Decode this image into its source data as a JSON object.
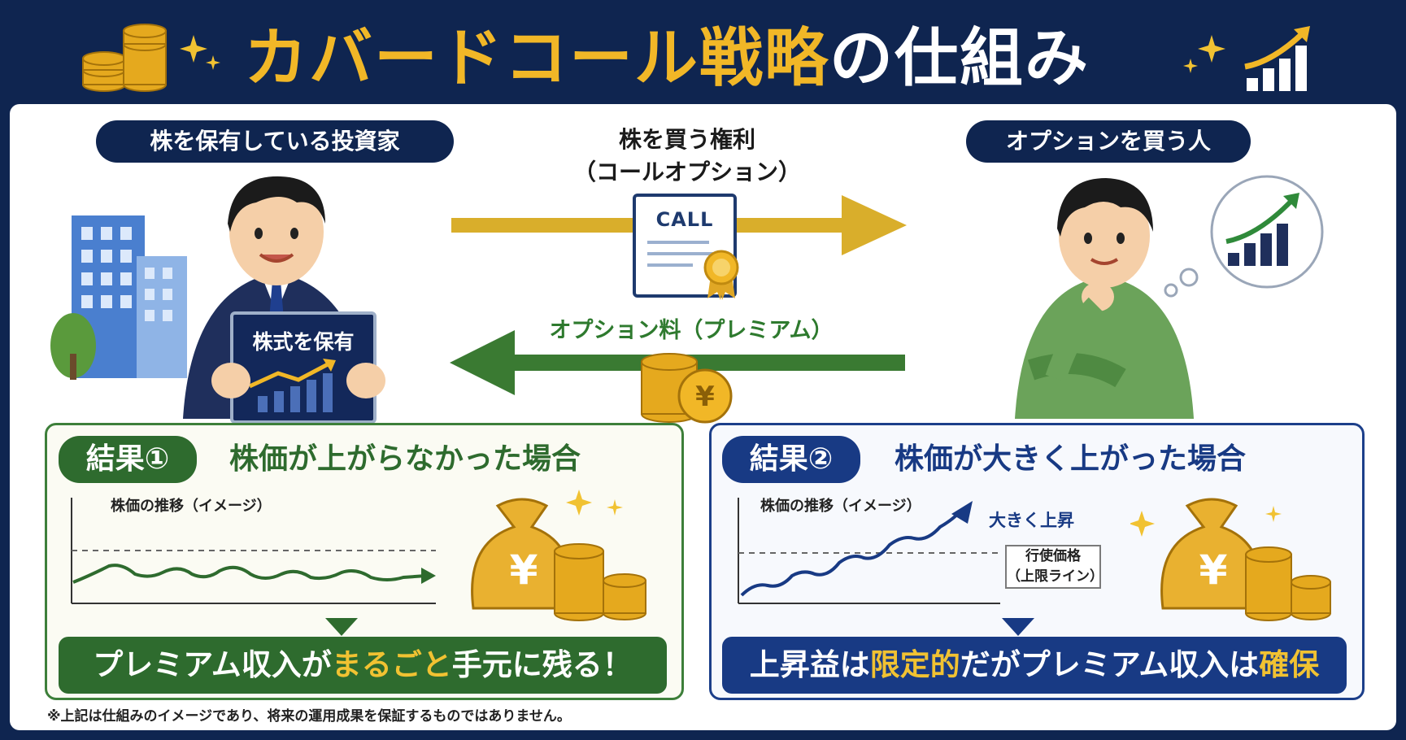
{
  "header": {
    "title_accent": "カバードコール戦略",
    "title_rest": "の仕組み"
  },
  "left_person": {
    "label": "株を保有している投資家",
    "board_text": "株式を保有"
  },
  "right_person": {
    "label": "オプションを買う人"
  },
  "flow": {
    "right_line1": "株を買う権利",
    "right_line2": "（コールオプション）",
    "certificate_text": "CALL",
    "left_label": "オプション料（プレミアム）"
  },
  "result1": {
    "tag": "結果①",
    "title": "株価が上がらなかった場合",
    "chart_caption": "株価の推移（イメージ）",
    "banner_pre": "プレミアム収入が",
    "banner_highlight": "まるごと",
    "banner_post": "手元に残る！"
  },
  "result2": {
    "tag": "結果②",
    "title": "株価が大きく上がった場合",
    "chart_caption": "株価の推移（イメージ）",
    "rise_label": "大きく上昇",
    "strike_line1": "行使価格",
    "strike_line2": "（上限ライン）",
    "banner_pre": "上昇益は",
    "banner_highlight1": "限定的",
    "banner_mid": "だがプレミアム収入は",
    "banner_highlight2": "確保"
  },
  "footnote": "※上記は仕組みのイメージであり、将来の運用成果を保証するものではありません。",
  "icons": {
    "yen_symbol": "¥"
  },
  "colors": {
    "navy": "#0f2550",
    "gold": "#f1b727",
    "green": "#2e6b2e",
    "blue": "#183a84",
    "white": "#ffffff"
  }
}
